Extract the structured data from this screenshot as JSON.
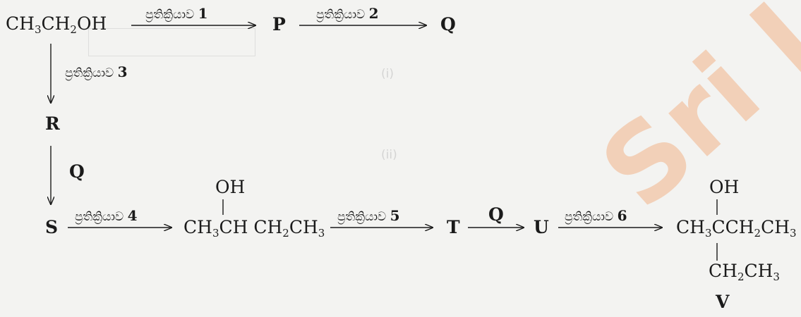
{
  "nodes": {
    "ethanol": "CH3CH2OH",
    "P": "P",
    "Q": "Q",
    "R": "R",
    "S": "S",
    "butanol_oh": "OH",
    "butanol_chain": "CH3CHCH2CH3",
    "T": "T",
    "U": "U",
    "V_oh": "OH",
    "V_main": "CH3CCH2CH3",
    "V_branch": "CH2CH3",
    "V": "V"
  },
  "reactions": {
    "word": "ප්‍රතික්‍රියාව",
    "r1": "1",
    "r2": "2",
    "r3": "3",
    "r4": "4",
    "r5": "5",
    "r6": "6",
    "reagent_Q": "Q"
  },
  "watermark": "Sri La",
  "colors": {
    "watermark": "#f2b48a",
    "ink": "#1a1a1a"
  }
}
